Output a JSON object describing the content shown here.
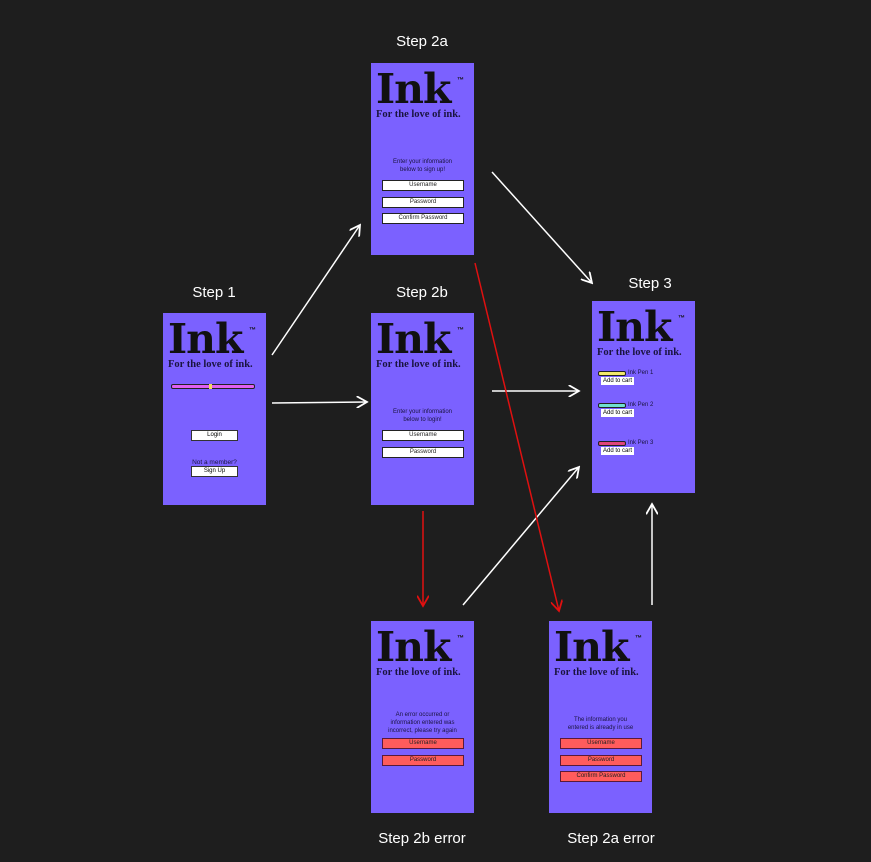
{
  "brand": {
    "logo": "Ink",
    "tm": "™",
    "tagline": "For the love of ink."
  },
  "colors": {
    "background": "#1e1e1e",
    "frame": "#7b61ff",
    "error_field": "#ff5c5c",
    "arrow_ok": "#ffffff",
    "arrow_error": "#e01010"
  },
  "step1": {
    "title": "Step 1",
    "login": "Login",
    "not_member": "Not a member?",
    "signup": "Sign Up"
  },
  "step2a": {
    "title": "Step 2a",
    "message_1": "Enter your information",
    "message_2": "below to sign up!",
    "fields": [
      "Username",
      "Password",
      "Confirm Password"
    ]
  },
  "step2b": {
    "title": "Step 2b",
    "message_1": "Enter your information",
    "message_2": "below to login!",
    "fields": [
      "Username",
      "Password"
    ]
  },
  "step3": {
    "title": "Step 3",
    "products": [
      {
        "name": "Ink Pen 1",
        "color": "#f2e86a",
        "button": "Add to cart"
      },
      {
        "name": "Ink Pen 2",
        "color": "#6fe0d0",
        "button": "Add to cart"
      },
      {
        "name": "Ink Pen 3",
        "color": "#e0457a",
        "button": "Add to cart"
      }
    ]
  },
  "step2b_error": {
    "title": "Step 2b error",
    "message_1": "An error occurred or",
    "message_2": "information entered was",
    "message_3": "incorrect, please try again",
    "fields": [
      "Username",
      "Password"
    ]
  },
  "step2a_error": {
    "title": "Step 2a error",
    "message_1": "The information you",
    "message_2": "entered is already in use",
    "fields": [
      "Username",
      "Password",
      "Confirm Password"
    ]
  }
}
